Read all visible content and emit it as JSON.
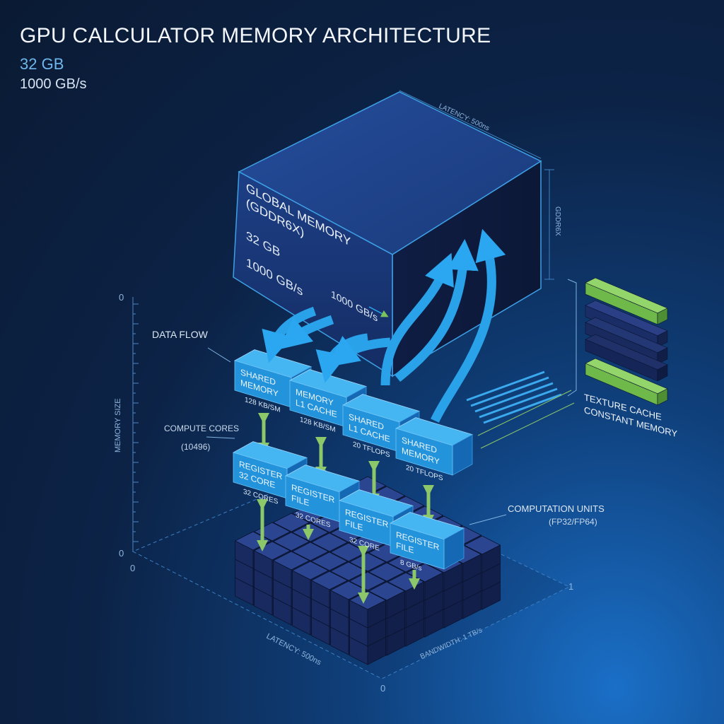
{
  "header": {
    "title": "GPU CALCULATOR MEMORY ARCHITECTURE",
    "capacity": "32 GB",
    "bandwidth": "1000 GB/s"
  },
  "global_memory": {
    "title_line1": "GLOBAL MEMORY",
    "title_line2": "(GDDR6X)",
    "capacity": "32 GB",
    "bandwidth": "1000 GB/s",
    "bandwidth_label": "1000 GB/s",
    "latency_label": "LATENCY: 500ns",
    "side_label": "GDDR6X"
  },
  "annotations": {
    "data_flow": "DATA FLOW",
    "compute_cores": "COMPUTE CORES",
    "compute_cores_count": "(10496)",
    "computation_units": "COMPUTATION UNITS",
    "computation_units_sub": "(FP32/FP64)",
    "texture_cache": "TEXTURE CACHE",
    "constant_memory": "CONSTANT MEMORY"
  },
  "axes": {
    "v_top": "0",
    "v_bottom": "0",
    "v_label": "MEMORY SIZE",
    "floor_left": "0",
    "floor_right": "1",
    "floor_bottom": "0",
    "latency": "LATENCY: 500ns",
    "bandwidth": "BANDWIDTH: 1 TB/s"
  },
  "memory_blocks": [
    {
      "l1": "SHARED",
      "l2": "MEMORY",
      "below": "128 KB/SM"
    },
    {
      "l1": "MEMORY",
      "l2": "L1 CACHE",
      "below": "128 KB/SM"
    },
    {
      "l1": "SHARED",
      "l2": "L1 CACHE",
      "below": "20 TFLOPS"
    },
    {
      "l1": "SHARED",
      "l2": "MEMORY",
      "below": "20 TFLOPS"
    }
  ],
  "register_blocks": [
    {
      "l1": "REGISTER",
      "l2": "32 CORE",
      "below": "32 CORES"
    },
    {
      "l1": "REGISTER",
      "l2": "FILE",
      "below": "32 CORES"
    },
    {
      "l1": "REGISTER",
      "l2": "FILE",
      "below": "32 CORE"
    },
    {
      "l1": "REGISTER",
      "l2": "FILE",
      "below": "8 GB/s"
    }
  ],
  "colors": {
    "accent": "#33a6e8",
    "block_face": "#1f8fd6",
    "green": "#7cc25a",
    "navy": "#172a5e"
  }
}
